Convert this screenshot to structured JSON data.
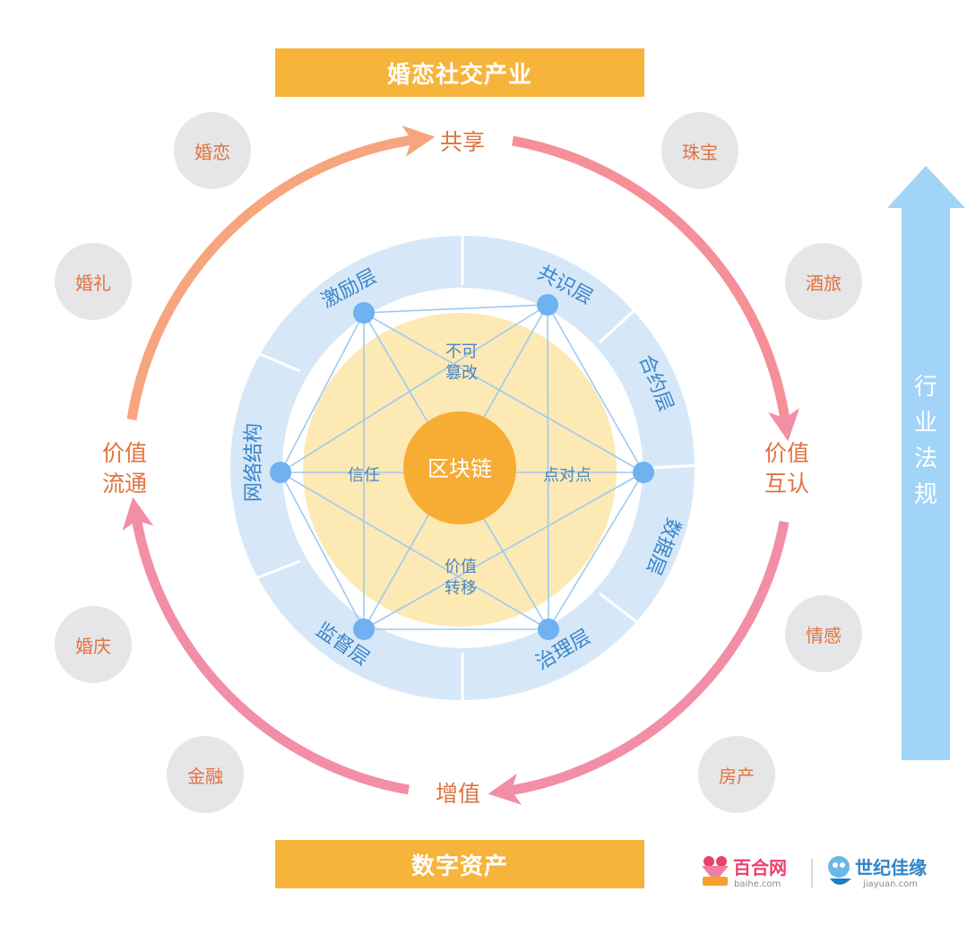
{
  "banners": {
    "top": "婚恋社交产业",
    "bottom": "数字资产"
  },
  "industries": [
    "婚恋",
    "珠宝",
    "婚礼",
    "酒旅",
    "婚庆",
    "情感",
    "金融",
    "房产"
  ],
  "cycle": {
    "top": "共享",
    "right_line1": "价值",
    "right_line2": "互认",
    "bottom": "增值",
    "left_line1": "价值",
    "left_line2": "流通"
  },
  "layers": [
    "激励层",
    "共识层",
    "合约层",
    "数据层",
    "治理层",
    "监督层",
    "网络结构"
  ],
  "core": {
    "center": "区块链",
    "top_line1": "不可",
    "top_line2": "篡改",
    "left": "信任",
    "right": "点对点",
    "bottom_line1": "价值",
    "bottom_line2": "转移"
  },
  "regulation": {
    "label": "行业法规"
  },
  "logos": {
    "baihe_name": "百合网",
    "baihe_domain": "baihe.com",
    "jiayuan_name": "世纪佳缘",
    "jiayuan_domain": "jiayuan.com"
  },
  "colors": {
    "banner": "#f6b43a",
    "bubble": "#e6e5e8",
    "orange_text": "#e0733e",
    "ring": "#d6e8f8",
    "ring_text": "#3a85c9",
    "core_yellow": "#fde9b3",
    "core_orange": "#f7ac33",
    "node": "#6fb1f1",
    "arrow_top": "#f6a57f",
    "arrow_bottom": "#f28ea6",
    "regulation_arrow": "#a2d4f7"
  }
}
